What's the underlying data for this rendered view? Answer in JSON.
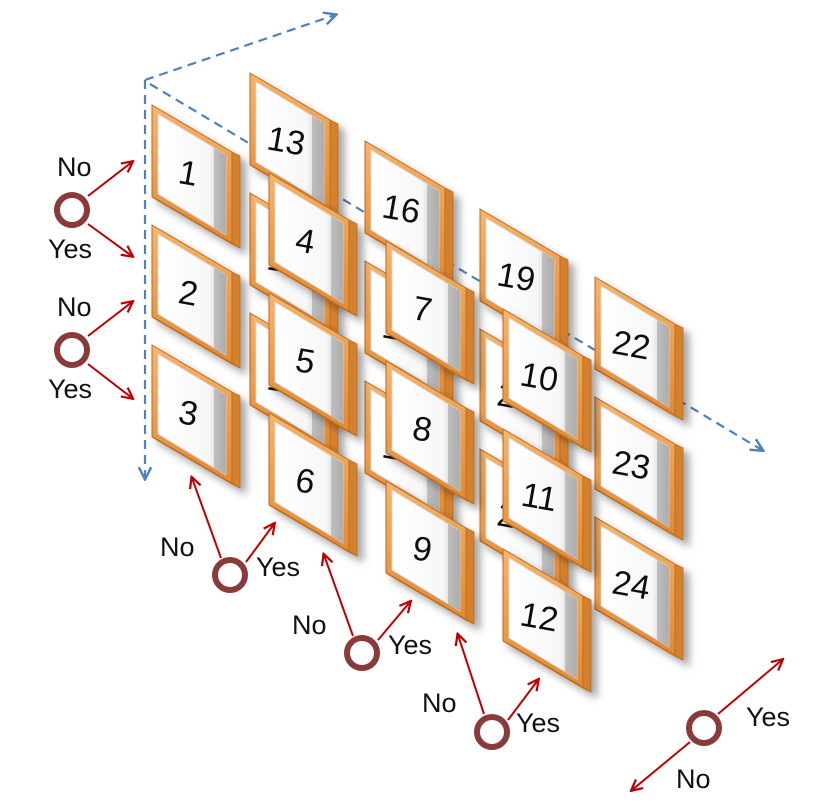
{
  "colors": {
    "tile_frame": "#f0a04b",
    "tile_frame_dark": "#c06a1a",
    "tile_face": "#ffffff",
    "decision_arrow": "#c00000",
    "decision_node": "#8b3a3a",
    "axis_dashed": "#4f81bd"
  },
  "tiles": [
    {
      "n": "1"
    },
    {
      "n": "2"
    },
    {
      "n": "3"
    },
    {
      "n": "4"
    },
    {
      "n": "5"
    },
    {
      "n": "6"
    },
    {
      "n": "7"
    },
    {
      "n": "8"
    },
    {
      "n": "9"
    },
    {
      "n": "10"
    },
    {
      "n": "11"
    },
    {
      "n": "12"
    },
    {
      "n": "13"
    },
    {
      "n": "14"
    },
    {
      "n": "15"
    },
    {
      "n": "16"
    },
    {
      "n": "17"
    },
    {
      "n": "18"
    },
    {
      "n": "19"
    },
    {
      "n": "20"
    },
    {
      "n": "21"
    },
    {
      "n": "22"
    },
    {
      "n": "23"
    },
    {
      "n": "24"
    }
  ],
  "labels": {
    "no": "No",
    "yes": "Yes"
  }
}
